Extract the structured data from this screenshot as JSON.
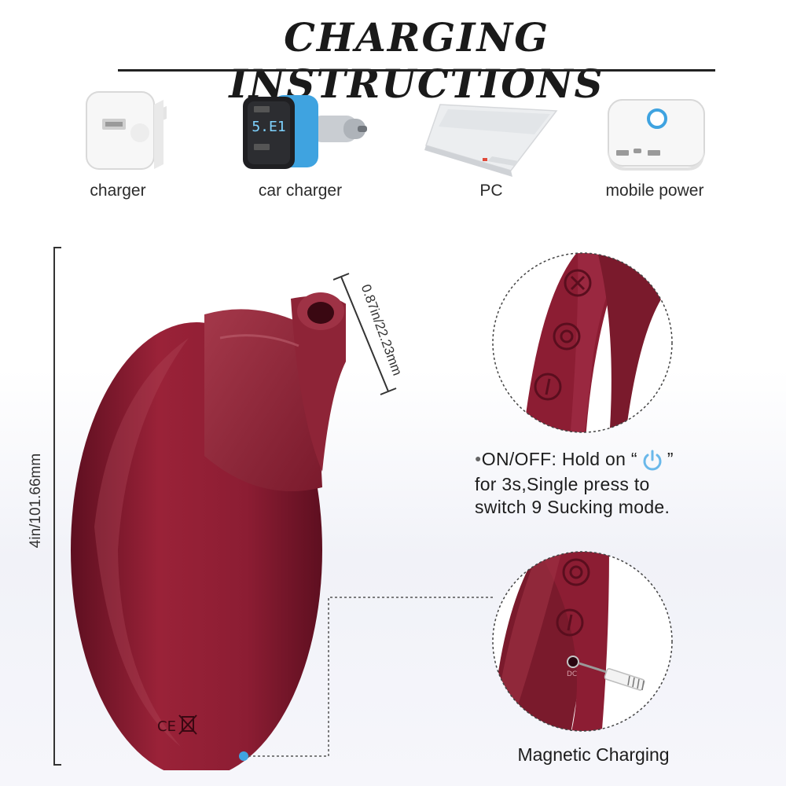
{
  "header": {
    "title": "CHARGING INSTRUCTIONS"
  },
  "chargers": [
    {
      "label": "charger",
      "icon": "wall-charger-icon"
    },
    {
      "label": "car charger",
      "icon": "car-charger-icon",
      "display": "5.E1"
    },
    {
      "label": "PC",
      "icon": "laptop-icon"
    },
    {
      "label": "mobile power",
      "icon": "power-bank-icon"
    }
  ],
  "dimensions": {
    "height": "4in/101.66mm",
    "opening": "0.87in/22.23mm"
  },
  "onoff": {
    "prefix": "ON/OFF: Hold on “",
    "suffix": "”",
    "line2": "for 3s,Single press to",
    "line3": "switch 9 Sucking mode."
  },
  "charging": {
    "label": "Magnetic Charging",
    "port_label": "DC"
  },
  "device": {
    "marks": "CE"
  },
  "colors": {
    "device": "#8c1d33",
    "device_dark": "#5e0f20",
    "accent_blue": "#3fa3e0",
    "power_icon": "#6ab8ea"
  }
}
